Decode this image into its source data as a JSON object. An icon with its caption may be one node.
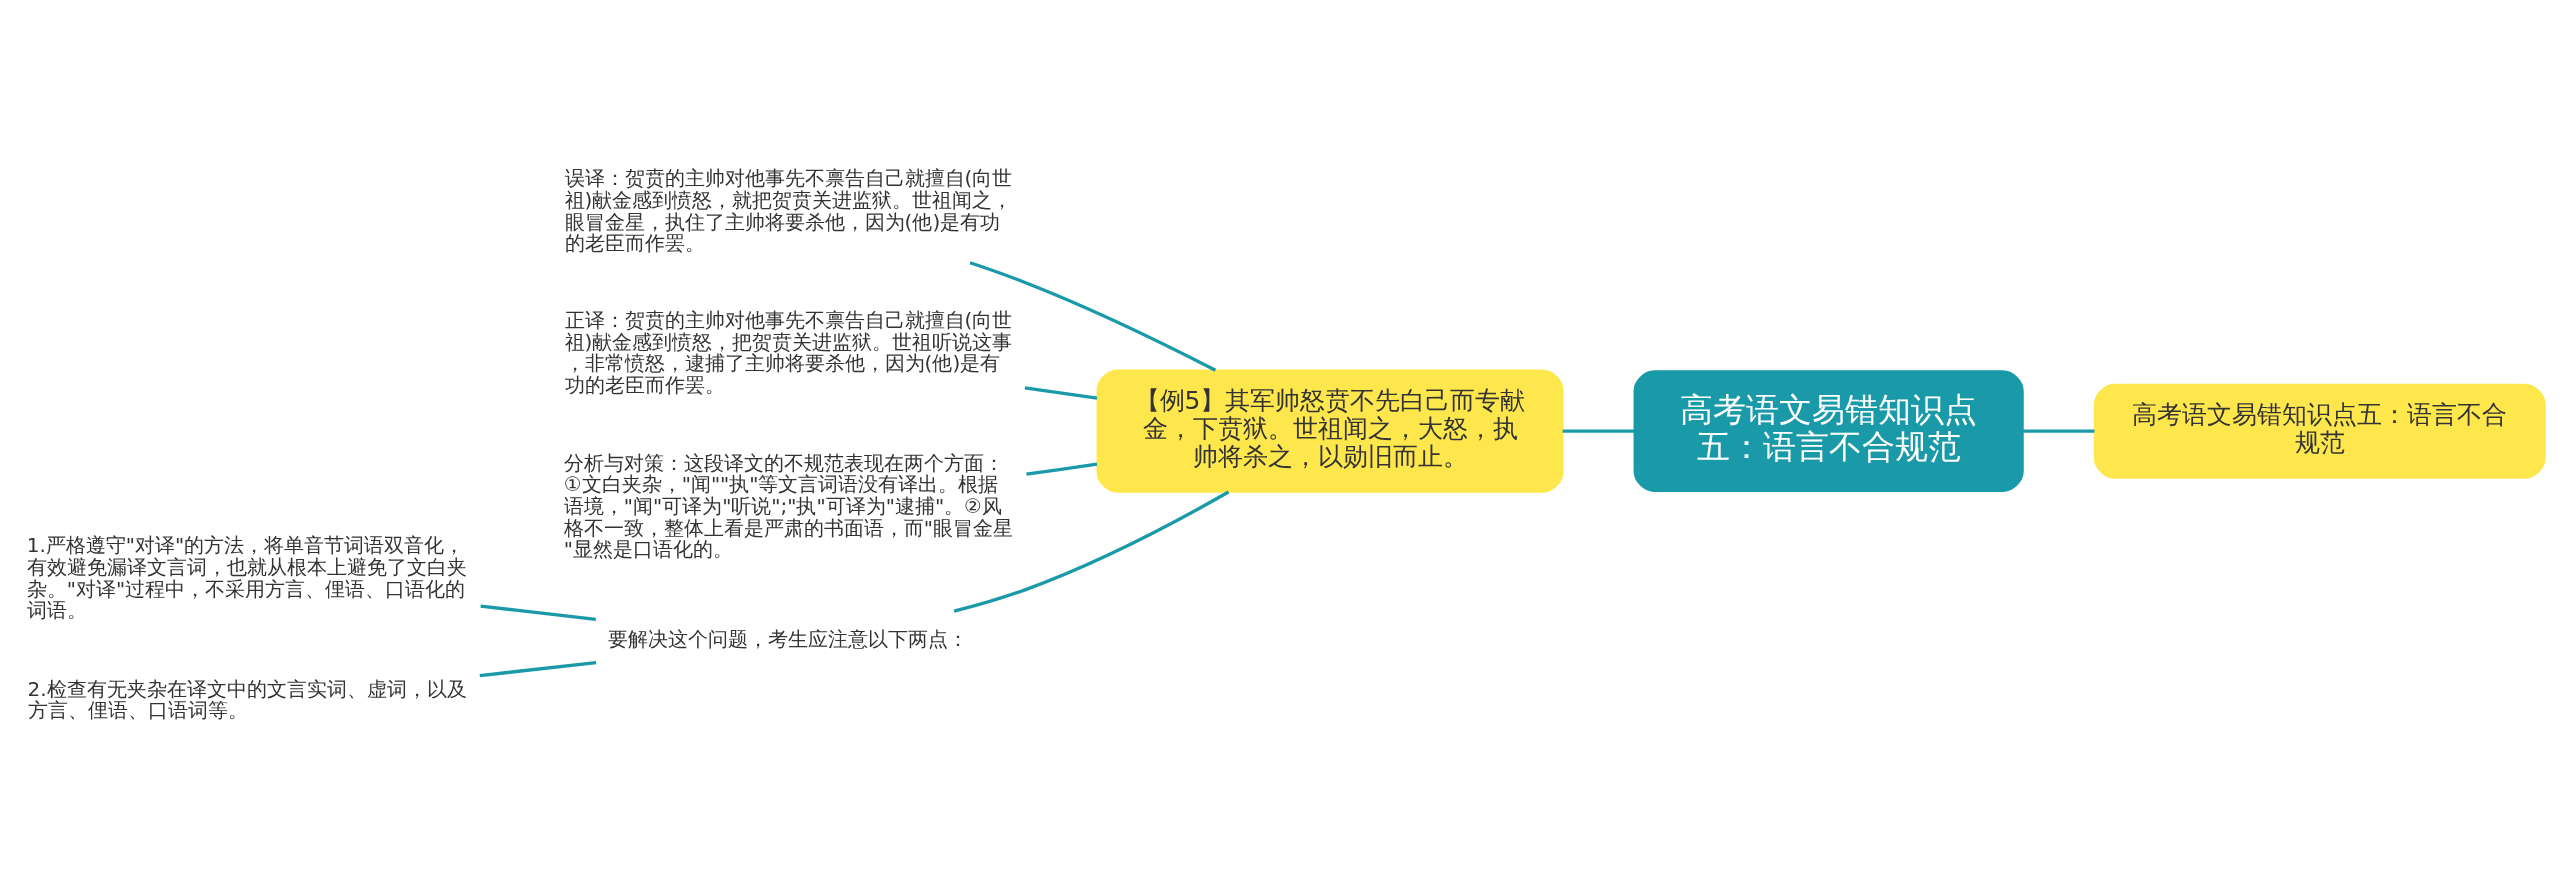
{
  "diagram": {
    "nodes": [
      {
        "text": [
          "高考语文易错知识点五：语言不合规范"
        ]
      },
      {
        "text": [
          "高考语文易错知识点五：语言不合规范"
        ]
      },
      {
        "text": [
          "【例5】其军帅怒贲不先白己而专献金，下贲狱。世祖闻之，大怒，执帅将杀之，以勋旧而止。"
        ]
      },
      {
        "text": [
          "误译：贺贲的主帅对他事先不禀告自己就擅自(向世祖)献金感到愤怒，就把贺贲关进监狱。世祖闻之，眼冒金星，执住了主帅将要杀他，因为(他)是有功的老臣而作罢。"
        ]
      },
      {
        "text": [
          "正译：贺贲的主帅对他事先不禀告自己就擅自(向世祖)献金感到愤怒，把贺贲关进监狱。世祖听说这事，非常愤怒，逮捕了主帅将要杀他，因为(他)是有功的老臣而作罢。"
        ]
      },
      {
        "text": [
          "分析与对策：这段译文的不规范表现在两个方面：①文白夹杂，\"闻\"\"执\"等文言词语没有译出。根据语境，\"闻\"可译为\"听说\";\"执\"可译为\"逮捕\"。②风格不一致，整体上看是严肃的书面语，而\"眼冒金星\"显然是口语化的。"
        ]
      },
      {
        "text": [
          "要解决这个问题，考生应注意以下两点："
        ]
      },
      {
        "text": [
          "1.严格遵守\"对译\"的方法，将单音节词语双音化，有效避免漏译文言词，也就从根本上避免了文白夹杂。\"对译\"过程中，不采用方言、俚语、口语化的词语。"
        ]
      },
      {
        "text": [
          "2.检查有无夹杂在译文中的文言实词、虚词，以及方言、俚语、口语词等。"
        ]
      }
    ],
    "edges": [
      {
        "from": 0,
        "to": 1,
        "arrow": "none"
      },
      {
        "from": 0,
        "to": 2,
        "arrow": "none"
      },
      {
        "from": 2,
        "to": 3,
        "arrow": "none"
      },
      {
        "from": 2,
        "to": 4,
        "arrow": "none"
      },
      {
        "from": 2,
        "to": 5,
        "arrow": "none"
      },
      {
        "from": 2,
        "to": 6,
        "arrow": "none"
      },
      {
        "from": 6,
        "to": 7,
        "arrow": "none"
      },
      {
        "from": 6,
        "to": 8,
        "arrow": "none"
      }
    ]
  }
}
